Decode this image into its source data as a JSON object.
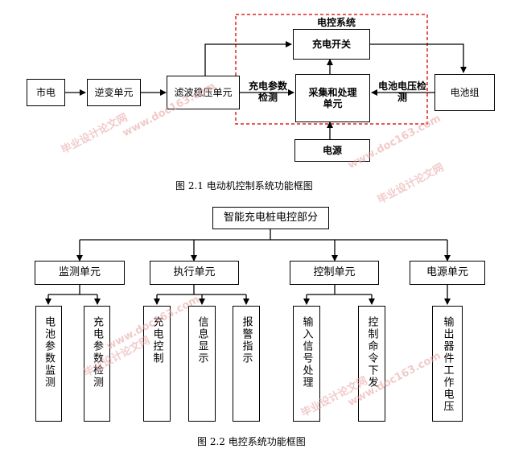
{
  "diagram1": {
    "group_title": "电控系统",
    "nodes": {
      "mains": "市电",
      "inverter": "逆变单元",
      "filter": "滤波稳压单元",
      "switch": "充电开关",
      "acquire": "采集和处理单元",
      "battery": "电池组",
      "power": "电源"
    },
    "edge_labels": {
      "charge_param": "充电参数检测",
      "battery_voltage": "电池电压检测"
    },
    "caption": "图 2.1  电动机控制系统功能框图"
  },
  "diagram2": {
    "root": "智能充电桩电控部分",
    "units": [
      {
        "label": "监测单元",
        "children": [
          "电池参数监测",
          "充电参数检测"
        ]
      },
      {
        "label": "执行单元",
        "children": [
          "充电控制",
          "信息显示",
          "报警指示"
        ]
      },
      {
        "label": "控制单元",
        "children": [
          "输入信号处理",
          "控制命令下发"
        ]
      },
      {
        "label": "电源单元",
        "children": [
          "输出器件工作电压"
        ]
      }
    ],
    "caption": "图 2.2  电控系统功能框图"
  },
  "watermarks": {
    "cn": "毕业设计论文网",
    "url": "www.doc163.com"
  },
  "colors": {
    "group_border": "#e02020",
    "watermark": "#e8a0a0"
  }
}
